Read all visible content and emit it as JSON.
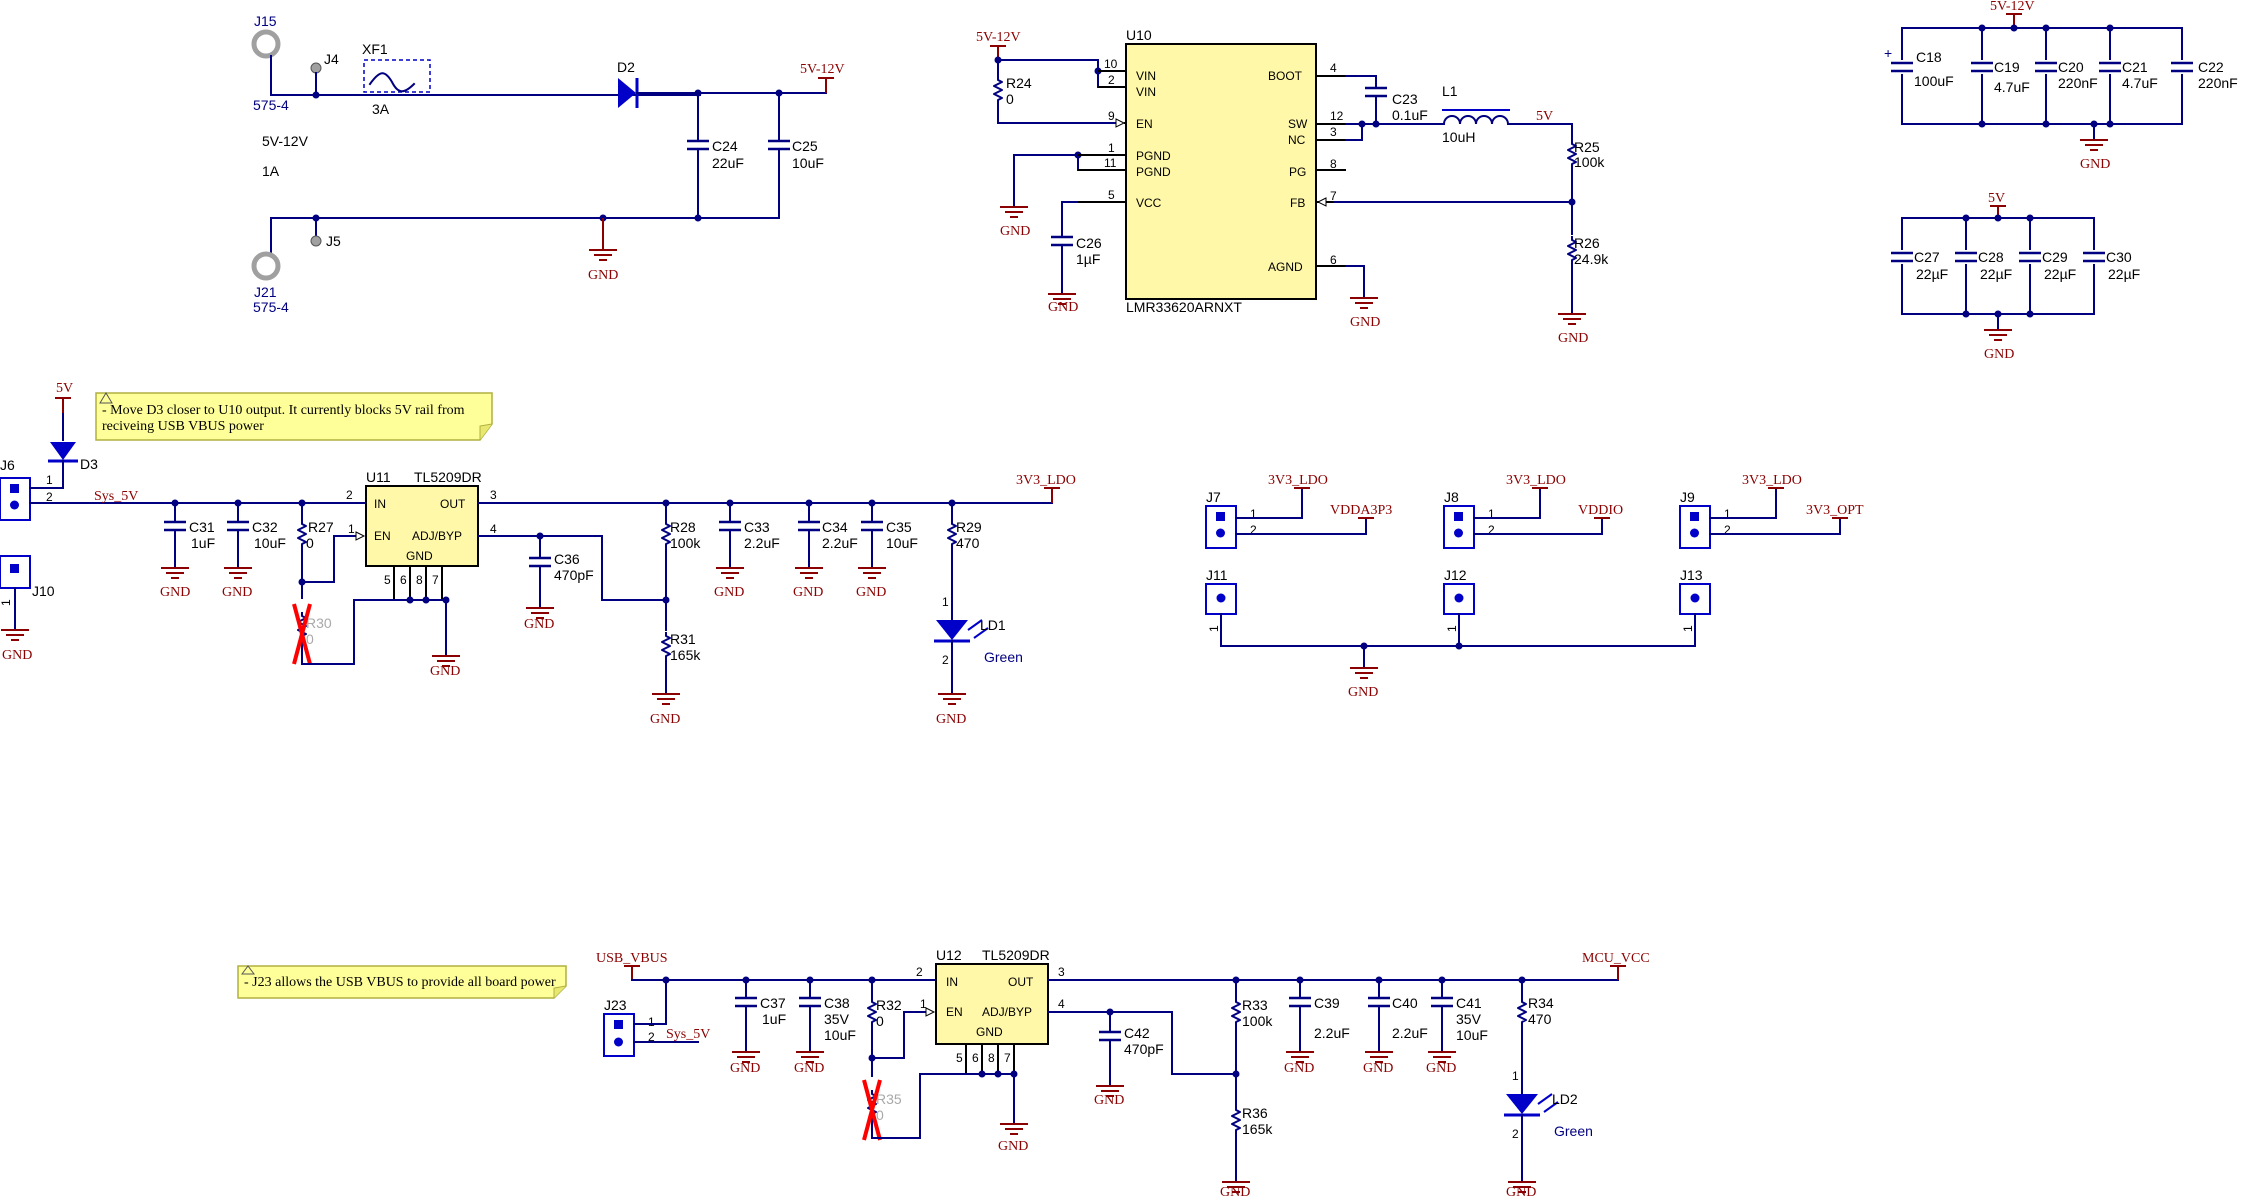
{
  "colors": {
    "wire": "#000080",
    "power": "#8b0000",
    "ic_fill": "#fff8a8",
    "note_fill": "#ffff99",
    "component": "#0000c8"
  },
  "icons": [
    "gnd-symbol",
    "power-port",
    "warning-triangle-icon",
    "led-arrows-icon"
  ],
  "nets": {
    "gnd": "GND",
    "v5_12": "5V-12V",
    "v5": "5V",
    "sys5": "Sys_5V",
    "v3ldo": "3V3_LDO",
    "vdda": "VDDA3P3",
    "vddio": "VDDIO",
    "v3opt": "3V3_OPT",
    "usbvbus": "USB_VBUS",
    "mcuvcc": "MCU_VCC"
  },
  "input": {
    "j15": "J15",
    "j15_val": "575-4",
    "j21": "J21",
    "j21_val": "575-4",
    "j4": "J4",
    "j5": "J5",
    "xf1": "XF1",
    "xf1_val": "3A",
    "range": "5V-12V",
    "current": "1A",
    "d2": "D2",
    "c24": "C24",
    "c24_val": "22uF",
    "c25": "C25",
    "c25_val": "10uF"
  },
  "buck": {
    "ref": "U10",
    "part": "LMR33620ARNXT",
    "pins": {
      "vin": "VIN",
      "en": "EN",
      "pgnd": "PGND",
      "vcc": "VCC",
      "boot": "BOOT",
      "sw": "SW",
      "nc": "NC",
      "pg": "PG",
      "fb": "FB",
      "agnd": "AGND"
    },
    "pinnums": [
      "10",
      "2",
      "9",
      "1",
      "11",
      "5",
      "4",
      "12",
      "3",
      "8",
      "7",
      "6"
    ],
    "r24": "R24",
    "r24_val": "0",
    "c26": "C26",
    "c26_val": "1µF",
    "c23": "C23",
    "c23_val": "0.1uF",
    "l1": "L1",
    "l1_val": "10uH",
    "r25": "R25",
    "r25_val": "100k",
    "r26": "R26",
    "r26_val": "24.9k"
  },
  "bulk12": [
    {
      "ref": "C18",
      "val": "100uF"
    },
    {
      "ref": "C19",
      "val": "4.7uF"
    },
    {
      "ref": "C20",
      "val": "220nF"
    },
    {
      "ref": "C21",
      "val": "4.7uF"
    },
    {
      "ref": "C22",
      "val": "220nF"
    }
  ],
  "bulk5": [
    {
      "ref": "C27",
      "val": "22µF"
    },
    {
      "ref": "C28",
      "val": "22µF"
    },
    {
      "ref": "C29",
      "val": "22µF"
    },
    {
      "ref": "C30",
      "val": "22µF"
    }
  ],
  "ldo1": {
    "note": [
      "- Move D3 closer to U10 output. It currently blocks 5V rail from",
      "reciveing USB VBUS power"
    ],
    "d3": "D3",
    "j6": "J6",
    "j10": "J10",
    "u": "U11",
    "part": "TL5209DR",
    "pins": {
      "in": "IN",
      "out": "OUT",
      "en": "EN",
      "adj": "ADJ/BYP",
      "gnd": "GND"
    },
    "c31": "C31",
    "c31_val": "1uF",
    "c32": "C32",
    "c32_val": "10uF",
    "r27": "R27",
    "r27_val": "0",
    "r30": "R30",
    "r30_val": "0",
    "c36": "C36",
    "c36_val": "470pF",
    "r28": "R28",
    "r28_val": "100k",
    "r31": "R31",
    "r31_val": "165k",
    "c33": "C33",
    "c33_val": "2.2uF",
    "c34": "C34",
    "c34_val": "2.2uF",
    "c35": "C35",
    "c35_val": "10uF",
    "r29": "R29",
    "r29_val": "470",
    "ld": "LD1",
    "ld_val": "Green"
  },
  "ldo2": {
    "note": "- J23 allows the USB VBUS to provide all board power",
    "j23": "J23",
    "u": "U12",
    "part": "TL5209DR",
    "c37": "C37",
    "c37_val": "1uF",
    "c38": "C38",
    "c38_v": "35V",
    "c38_val": "10uF",
    "r32": "R32",
    "r32_val": "0",
    "r35": "R35",
    "r35_val": "0",
    "c42": "C42",
    "c42_val": "470pF",
    "r33": "R33",
    "r33_val": "100k",
    "r36": "R36",
    "r36_val": "165k",
    "c39": "C39",
    "c39_val": "2.2uF",
    "c40": "C40",
    "c40_val": "2.2uF",
    "c41": "C41",
    "c41_v": "35V",
    "c41_val": "10uF",
    "r34": "R34",
    "r34_val": "470",
    "ld": "LD2",
    "ld_val": "Green"
  },
  "jumpers": {
    "j7": "J7",
    "j8": "J8",
    "j9": "J9",
    "j11": "J11",
    "j12": "J12",
    "j13": "J13"
  },
  "pin_numbers": {
    "one": "1",
    "two": "2",
    "three": "3",
    "four": "4",
    "five": "5",
    "six": "6",
    "seven": "7",
    "eight": "8"
  }
}
